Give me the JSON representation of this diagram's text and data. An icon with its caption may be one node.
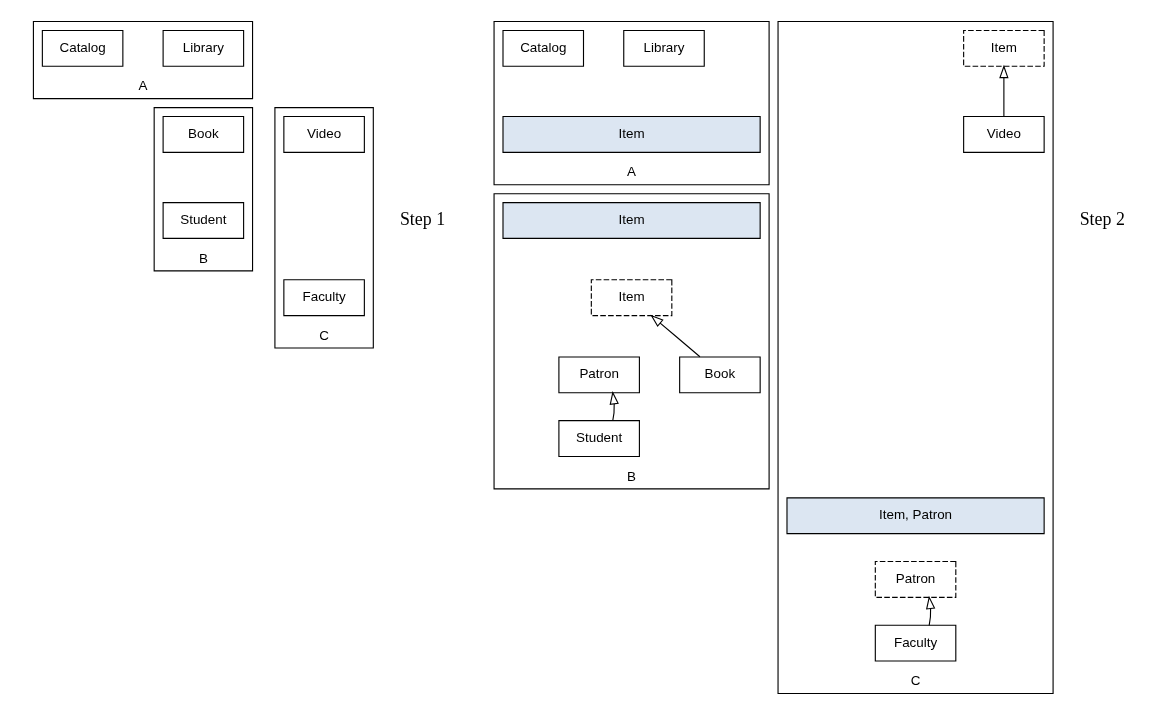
{
  "diagram": {
    "nodes": [
      {
        "text": [
          "A"
        ]
      },
      {
        "text": [
          "Library"
        ],
        "in": 0
      },
      {
        "text": [
          "Catalog"
        ],
        "in": 0
      },
      {
        "text": [
          "B"
        ]
      },
      {
        "text": [
          "Book"
        ],
        "in": 3
      },
      {
        "text": [
          "Student"
        ],
        "in": 3
      },
      {
        "text": [
          "C"
        ]
      },
      {
        "text": [
          "Faculty"
        ],
        "in": 6
      },
      {
        "text": [
          "Video"
        ],
        "in": 6
      },
      {
        "text": [
          "A"
        ]
      },
      {
        "text": [
          "Library"
        ],
        "in": 9
      },
      {
        "text": [
          "Catalog"
        ],
        "in": 9
      },
      {
        "text": [
          "Item"
        ],
        "in": 9
      },
      {
        "text": [
          "B"
        ]
      },
      {
        "text": [
          "Item"
        ],
        "in": 13
      },
      {
        "text": [
          "Item"
        ],
        "in": 13
      },
      {
        "text": [
          "Patron"
        ],
        "in": 13
      },
      {
        "text": [
          "Book"
        ],
        "in": 13
      },
      {
        "text": [
          "Student"
        ],
        "in": 13
      },
      {
        "text": [
          "C"
        ]
      },
      {
        "text": [
          "Item, Patron"
        ],
        "in": 19
      },
      {
        "text": [
          "Patron"
        ],
        "in": 19
      },
      {
        "text": [
          "Item"
        ],
        "in": 19
      },
      {
        "text": [
          "Faculty"
        ],
        "in": 19
      },
      {
        "text": [
          "Video"
        ],
        "in": 19
      }
    ],
    "edges": [
      {
        "from": 17,
        "to": 15,
        "arrow": "to"
      },
      {
        "from": 18,
        "to": 16,
        "arrow": "to"
      },
      {
        "from": 23,
        "to": 21,
        "arrow": "to"
      },
      {
        "from": 24,
        "to": 22,
        "arrow": "to"
      }
    ],
    "labels": [
      "Step 1",
      "Step 2"
    ]
  }
}
